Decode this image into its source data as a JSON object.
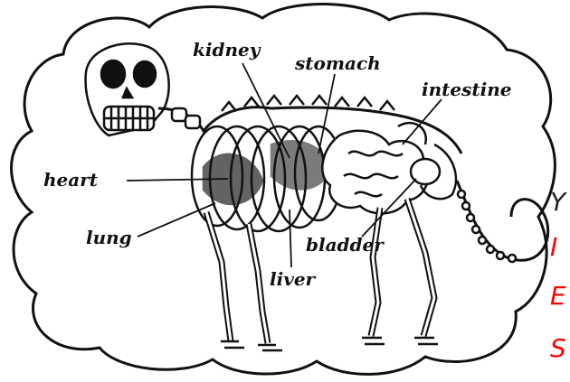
{
  "labels": {
    "kidney": "kidney",
    "stomach": "stomach",
    "intestine": "intestine",
    "heart": "heart",
    "lung": "lung",
    "bladder": "bladder",
    "liver": "liver"
  },
  "side_letters": [
    "Y",
    "I",
    "E",
    "S"
  ],
  "colors": {
    "ink": "#111111",
    "background": "#ffffff",
    "side_text": "#ff0000",
    "side_text_dark": "#222222"
  }
}
